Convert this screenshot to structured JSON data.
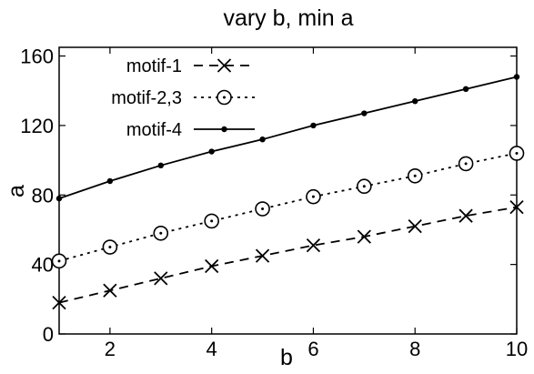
{
  "chart_data": {
    "type": "line",
    "title": "vary b, min a",
    "xlabel": "b",
    "ylabel": "a",
    "xlim": [
      1,
      10
    ],
    "ylim": [
      0,
      165
    ],
    "xticks": [
      2,
      4,
      6,
      8,
      10
    ],
    "yticks": [
      0,
      40,
      80,
      120,
      160
    ],
    "grid": false,
    "legend_position": "top-left",
    "x": [
      1,
      2,
      3,
      4,
      5,
      6,
      7,
      8,
      9,
      10
    ],
    "series": [
      {
        "name": "motif-1",
        "marker": "x",
        "dash": "dashed",
        "values": [
          18,
          25,
          32,
          39,
          45,
          51,
          56,
          62,
          68,
          73
        ]
      },
      {
        "name": "motif-2,3",
        "marker": "circle",
        "dash": "dotted",
        "values": [
          42,
          50,
          58,
          65,
          72,
          79,
          85,
          91,
          98,
          104
        ]
      },
      {
        "name": "motif-4",
        "marker": "dot",
        "dash": "solid",
        "values": [
          78,
          88,
          97,
          105,
          112,
          120,
          127,
          134,
          141,
          148
        ]
      }
    ],
    "colors": {
      "line": "#000000",
      "frame": "#000000",
      "background": "#ffffff"
    }
  }
}
